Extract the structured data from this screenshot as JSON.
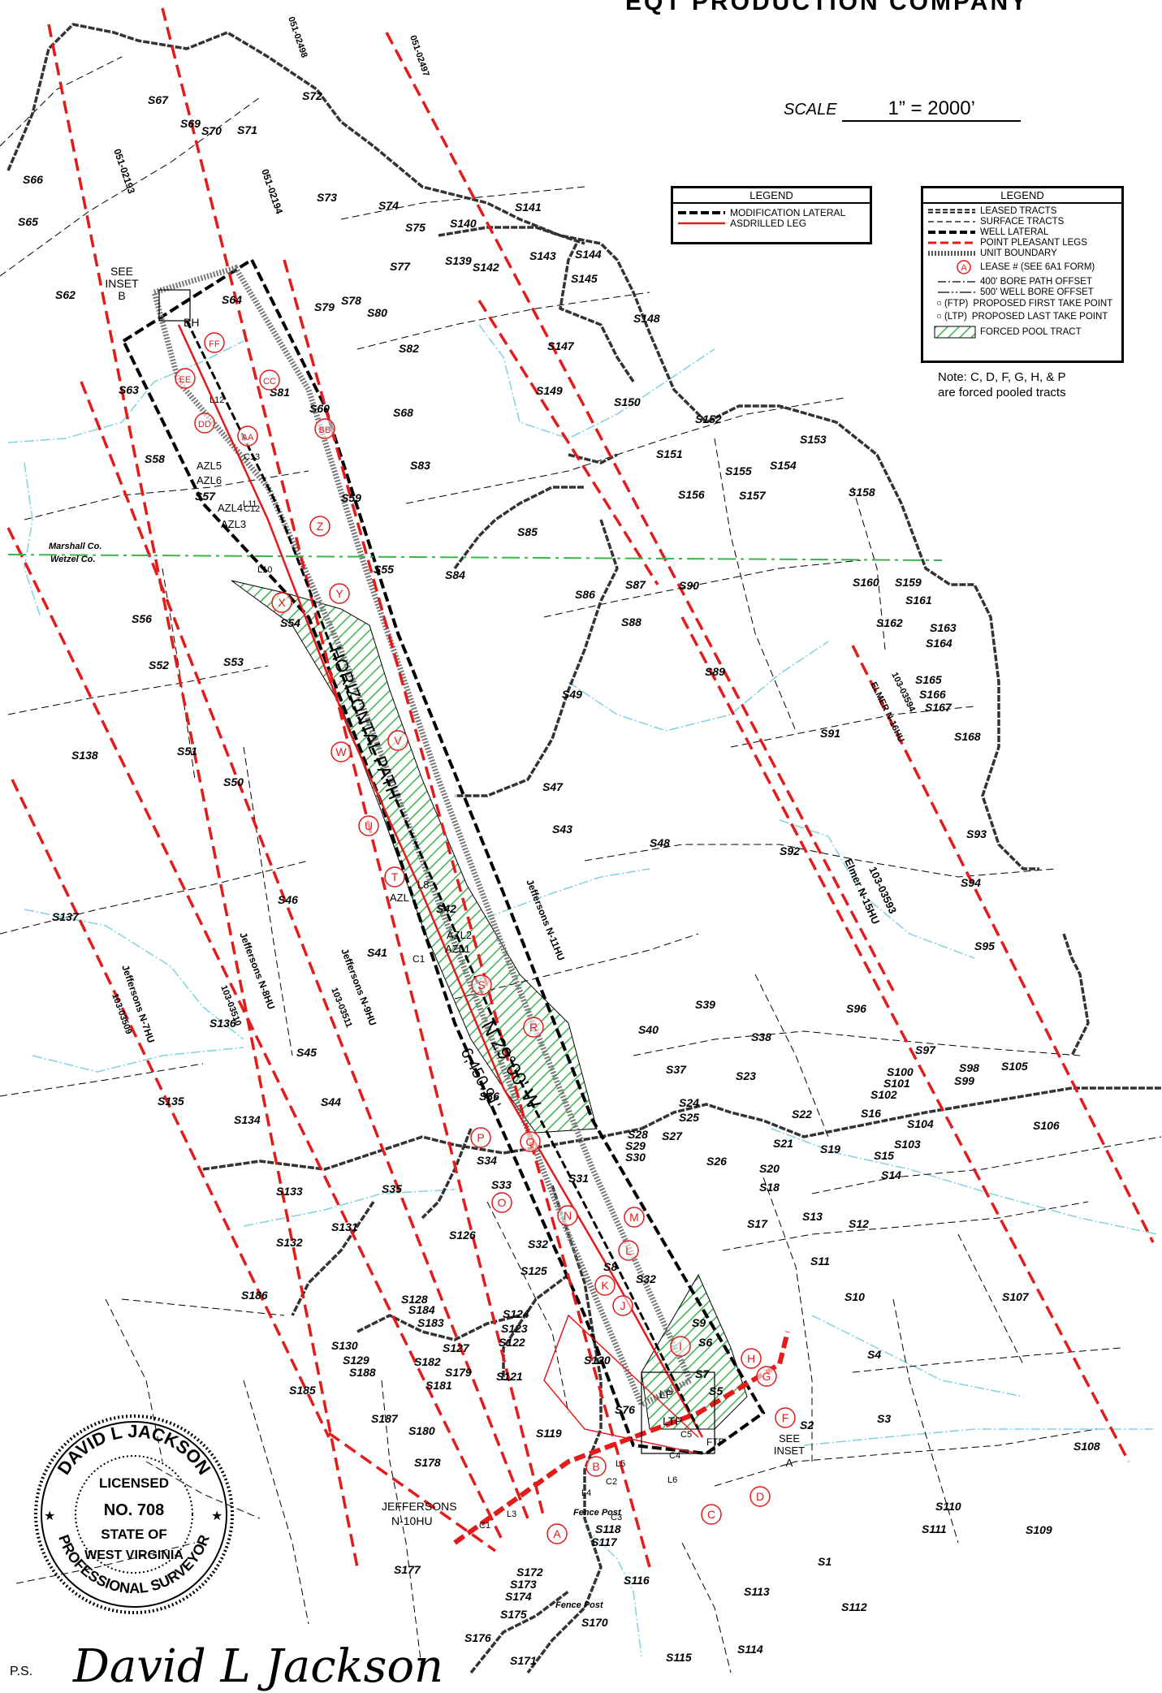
{
  "company_title": "EQT PRODUCTION COMPANY",
  "scale": {
    "label": "SCALE",
    "value": "1”  =  2000’"
  },
  "legend_modification": {
    "title": "LEGEND",
    "items": [
      "MODIFICATION LATERAL",
      "ASDRILLED LEG"
    ]
  },
  "legend_main": {
    "title": "LEGEND",
    "items": [
      "LEASED TRACTS",
      "SURFACE  TRACTS",
      "WELL LATERAL",
      "POINT PLEASANT LEGS",
      "UNIT BOUNDARY",
      "LEASE # (SEE 6A1 FORM)",
      "400' BORE PATH OFFSET",
      "500' WELL BORE OFFSET",
      "PROPOSED FIRST TAKE POINT",
      "PROPOSED LAST TAKE POINT",
      "FORCED POOL TRACT"
    ],
    "ftp_tag": "(FTP)",
    "ltp_tag": "(LTP)",
    "lease_symbol": "A"
  },
  "note": [
    "Note:  C, D, F, G, H, & P",
    "are forced pooled tracts"
  ],
  "county_line": {
    "north": "Marshall Co.",
    "south": "Wetzel Co."
  },
  "horizontal_path": {
    "label": "HORIZONTAL PATH",
    "bearing": "N 29°00' W",
    "length": "6,450.91'"
  },
  "wells": [
    "051-02498",
    "051-02497",
    "051-02193",
    "051-02194",
    "Jeffersons N-11HU",
    "Jeffersons N-9HU",
    "103-03511",
    "Jeffersons N-8HU",
    "103-03510",
    "Jeffersons N-7HU",
    "103-03509",
    "Elmer N-15HU",
    "103-03593",
    "103-03594",
    "ELMER N-16HU",
    "JEFFERSONS",
    "N-10HU"
  ],
  "insets": {
    "a": [
      "SEE",
      "INSET",
      "A"
    ],
    "b": [
      "SEE",
      "INSET",
      "B"
    ]
  },
  "misc_labels": [
    "Fence Post",
    "Fence Post",
    "BH",
    "LP",
    "LTP",
    "FTP",
    "C5",
    "C3",
    "C2",
    "C4",
    "C1",
    "L3",
    "L4",
    "L5",
    "L6",
    "L8",
    "L10",
    "L11",
    "L12",
    "AZL",
    "AZL3",
    "AZL4",
    "AZL5",
    "AZL6",
    "C1",
    "C12",
    "C13",
    "AZL1",
    "AZL2"
  ],
  "lease_circles": [
    "A",
    "B",
    "C",
    "D",
    "F",
    "G",
    "H",
    "I",
    "J",
    "K",
    "L",
    "M",
    "N",
    "O",
    "P",
    "Q",
    "R",
    "S",
    "T",
    "U",
    "V",
    "W",
    "X",
    "Y",
    "Z",
    "AA",
    "BB",
    "CC",
    "DD",
    "EE",
    "FF"
  ],
  "tracts": [
    "S1",
    "S2",
    "S3",
    "S4",
    "S5",
    "S6",
    "S7",
    "S8",
    "S9",
    "S10",
    "S11",
    "S12",
    "S13",
    "S14",
    "S15",
    "S16",
    "S17",
    "S18",
    "S19",
    "S20",
    "S21",
    "S22",
    "S23",
    "S24",
    "S25",
    "S26",
    "S27",
    "S28",
    "S29",
    "S30",
    "S31",
    "S32",
    "S32",
    "S33",
    "S34",
    "S35",
    "S36",
    "S37",
    "S38",
    "S39",
    "S40",
    "S41",
    "S42",
    "S43",
    "S44",
    "S45",
    "S46",
    "S47",
    "S48",
    "S49",
    "S50",
    "S51",
    "S52",
    "S53",
    "S54",
    "S55",
    "S56",
    "S57",
    "S58",
    "S59",
    "S60",
    "S62",
    "S63",
    "S64",
    "S65",
    "S66",
    "S67",
    "S68",
    "S69",
    "S70",
    "S71",
    "S72",
    "S73",
    "S74",
    "S75",
    "S76",
    "S77",
    "S78",
    "S79",
    "S80",
    "S81",
    "S82",
    "S83",
    "S84",
    "S85",
    "S86",
    "S87",
    "S88",
    "S89",
    "S90",
    "S91",
    "S92",
    "S93",
    "S94",
    "S95",
    "S96",
    "S97",
    "S98",
    "S99",
    "S100",
    "S101",
    "S102",
    "S103",
    "S104",
    "S105",
    "S106",
    "S107",
    "S108",
    "S109",
    "S110",
    "S111",
    "S112",
    "S113",
    "S114",
    "S115",
    "S116",
    "S117",
    "S118",
    "S119",
    "S120",
    "S121",
    "S122",
    "S123",
    "S124",
    "S125",
    "S126",
    "S127",
    "S128",
    "S129",
    "S130",
    "S131",
    "S132",
    "S133",
    "S134",
    "S135",
    "S136",
    "S137",
    "S138",
    "S139",
    "S140",
    "S141",
    "S142",
    "S143",
    "S144",
    "S145",
    "S147",
    "S148",
    "S149",
    "S150",
    "S151",
    "S152",
    "S153",
    "S154",
    "S155",
    "S156",
    "S157",
    "S158",
    "S159",
    "S160",
    "S161",
    "S162",
    "S163",
    "S164",
    "S165",
    "S166",
    "S167",
    "S168",
    "S170",
    "S171",
    "S172",
    "S173",
    "S174",
    "S175",
    "S176",
    "S177",
    "S178",
    "S179",
    "S180",
    "S181",
    "S182",
    "S183",
    "S184",
    "S185",
    "S186",
    "S187",
    "S188"
  ],
  "seal": {
    "name": "DAVID L JACKSON",
    "licensed": "LICENSED",
    "number": "NO. 708",
    "state_of": "STATE OF",
    "state": "WEST VIRGINIA",
    "bottom": "PROFESSIONAL SURVEYOR"
  },
  "signature": {
    "label": "P.S.",
    "text": "David L Jackson"
  },
  "colors": {
    "red": "#e31b1b",
    "green": "#39b54a",
    "cyan": "#7fd3e0",
    "black": "#000000"
  }
}
